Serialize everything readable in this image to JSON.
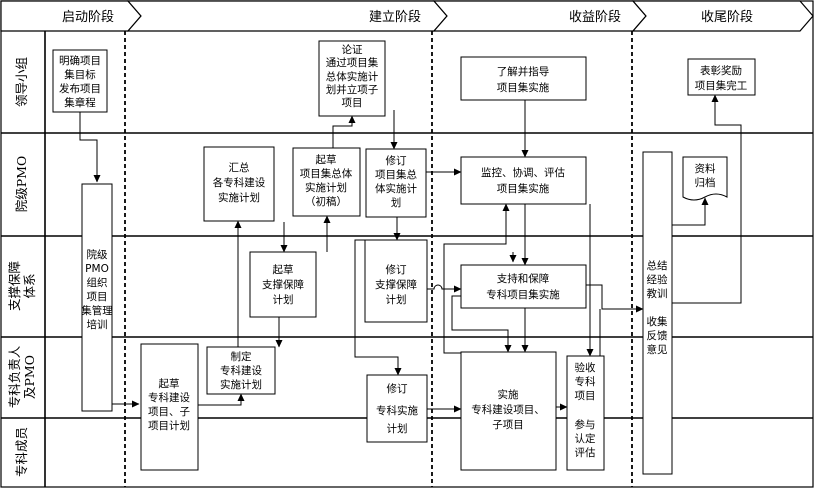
{
  "phases": [
    "启动阶段",
    "建立阶段",
    "收益阶段",
    "收尾阶段"
  ],
  "lanes": [
    [
      "领导小组"
    ],
    [
      "院级PMO"
    ],
    [
      "支撑保障",
      "体系"
    ],
    [
      "专科负责人",
      "及PMO"
    ],
    [
      "专科成员"
    ]
  ],
  "nodes": {
    "charter": [
      "明确项目",
      "集目标",
      "发布项目",
      "集章程"
    ],
    "pmo_training": [
      "院级",
      "PMO",
      "组织",
      "项目",
      "集管理",
      "培训"
    ],
    "summary_plans": [
      "汇总",
      "各专科建设",
      "实施计划"
    ],
    "draft_overall": [
      "起草",
      "项目集总体",
      "实施计划",
      "（初稿）"
    ],
    "approve_overall": [
      "论证",
      "通过项目集",
      "总体实施计",
      "划并立项子",
      "项目"
    ],
    "revise_overall": [
      "修订",
      "项目集总",
      "体实施计",
      "划"
    ],
    "draft_support": [
      "起草",
      "支撑保障",
      "计划"
    ],
    "revise_support": [
      "修订",
      "支撑保障",
      "计划"
    ],
    "draft_specialty": [
      "起草",
      "专科建设",
      "项目、子",
      "项目计划"
    ],
    "make_specialty": [
      "制定",
      "专科建设",
      "实施计划"
    ],
    "revise_specialty": [
      "修订",
      "专科实施",
      "计划"
    ],
    "guide": [
      "了解并指导",
      "项目集实施"
    ],
    "monitor": [
      "监控、协调、评估",
      "项目集实施"
    ],
    "support_impl": [
      "支持和保障",
      "专科项目集实施"
    ],
    "implement": [
      "实施",
      "专科建设项目、",
      "子项目"
    ],
    "acceptance": [
      "验收",
      "专科",
      "项目",
      "",
      "参与",
      "认定",
      "评估"
    ],
    "summary": [
      "总结",
      "经验",
      "教训",
      "",
      "收集",
      "反馈",
      "意见"
    ],
    "archive": [
      "资料",
      "归档"
    ],
    "commend": [
      "表彰奖励",
      "项目集完工"
    ]
  }
}
